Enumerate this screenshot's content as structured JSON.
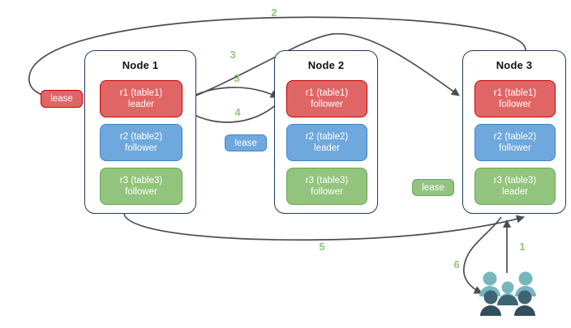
{
  "diagram": {
    "title": "distributed-lease-diagram",
    "colors": {
      "red_fill": "#e06666",
      "red_stroke": "#cc0000",
      "blue_fill": "#6fa8dc",
      "blue_stroke": "#3d85c6",
      "green_fill": "#93c47d",
      "green_stroke": "#6aa84f",
      "node_border": "#1f3864",
      "edge": "#4d4d4d",
      "label_green": "#93c47d",
      "user_light": "#76b7bd",
      "user_dark": "#2f4f5e"
    },
    "nodes": [
      {
        "title": "Node 1",
        "replicas": [
          {
            "name": "r1 (table1)",
            "role": "leader",
            "color": "red"
          },
          {
            "name": "r2 (table2)",
            "role": "follower",
            "color": "blue"
          },
          {
            "name": "r3 (table3)",
            "role": "follower",
            "color": "green"
          }
        ]
      },
      {
        "title": "Node 2",
        "replicas": [
          {
            "name": "r1 (table1)",
            "role": "follower",
            "color": "red"
          },
          {
            "name": "r2 (table2)",
            "role": "leader",
            "color": "blue"
          },
          {
            "name": "r3 (table3)",
            "role": "follower",
            "color": "green"
          }
        ]
      },
      {
        "title": "Node 3",
        "replicas": [
          {
            "name": "r1 (table1)",
            "role": "follower",
            "color": "red"
          },
          {
            "name": "r2 (table2)",
            "role": "follower",
            "color": "blue"
          },
          {
            "name": "r3 (table3)",
            "role": "leader",
            "color": "green"
          }
        ]
      }
    ],
    "leases": [
      {
        "label": "lease",
        "color": "red"
      },
      {
        "label": "lease",
        "color": "blue"
      },
      {
        "label": "lease",
        "color": "green"
      }
    ],
    "edge_labels": [
      {
        "id": "label-1",
        "text": "1"
      },
      {
        "id": "label-2",
        "text": "2"
      },
      {
        "id": "label-3a",
        "text": "3"
      },
      {
        "id": "label-3b",
        "text": "3"
      },
      {
        "id": "label-4",
        "text": "4"
      },
      {
        "id": "label-5",
        "text": "5"
      },
      {
        "id": "label-6",
        "text": "6"
      }
    ],
    "icons": {
      "users": "users-icon"
    }
  }
}
